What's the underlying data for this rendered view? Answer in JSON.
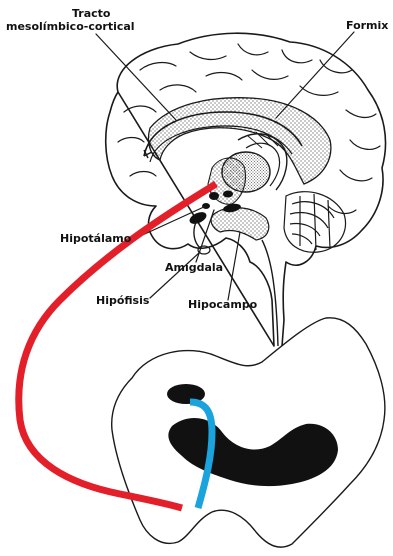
{
  "labels": {
    "tracto_line1": "Tracto",
    "tracto_line2": "mesolímbico-cortical",
    "fornix": "Formix",
    "hipotalamo": "Hipotálamo",
    "amigdala": "Amígdala",
    "hipofisis": "Hipófisis",
    "hipocampo": "Hipocampo"
  },
  "colors": {
    "connector_red": "#e3202a",
    "connector_blue": "#1aa3dc",
    "outline": "#1a1a1a",
    "fill_black": "#111111"
  }
}
